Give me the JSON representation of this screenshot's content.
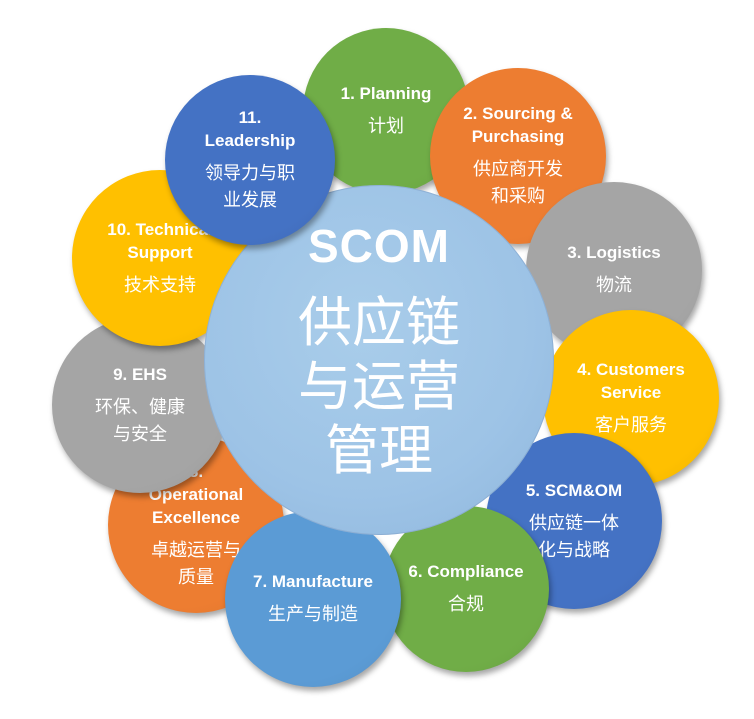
{
  "hub": {
    "title": "SCOM",
    "subtitle": "供应链\n与运营\n管理",
    "color": "#9dc3e6"
  },
  "petals": [
    {
      "en": "1. Planning",
      "zh": "计划",
      "color": "#70ad47"
    },
    {
      "en": "2. Sourcing &\nPurchasing",
      "zh": "供应商开发\n和采购",
      "color": "#ed7d31"
    },
    {
      "en": "3. Logistics",
      "zh": "物流",
      "color": "#a5a5a5"
    },
    {
      "en": "4. Customers\nService",
      "zh": "客户服务",
      "color": "#ffc000"
    },
    {
      "en": "5. SCM&OM",
      "zh": "供应链一体\n化与战略",
      "color": "#4472c4"
    },
    {
      "en": "6. Compliance",
      "zh": "合规",
      "color": "#70ad47"
    },
    {
      "en": "7. Manufacture",
      "zh": "生产与制造",
      "color": "#5b9bd5"
    },
    {
      "en": "8.\nOperational\nExcellence",
      "zh": "卓越运营与\n质量",
      "color": "#ed7d31"
    },
    {
      "en": "9. EHS",
      "zh": "环保、健康\n与安全",
      "color": "#a5a5a5"
    },
    {
      "en": "10. Technical\nSupport",
      "zh": "技术支持",
      "color": "#ffc000"
    },
    {
      "en": "11.\nLeadership",
      "zh": "领导力与职\n业发展",
      "color": "#4472c4"
    }
  ]
}
